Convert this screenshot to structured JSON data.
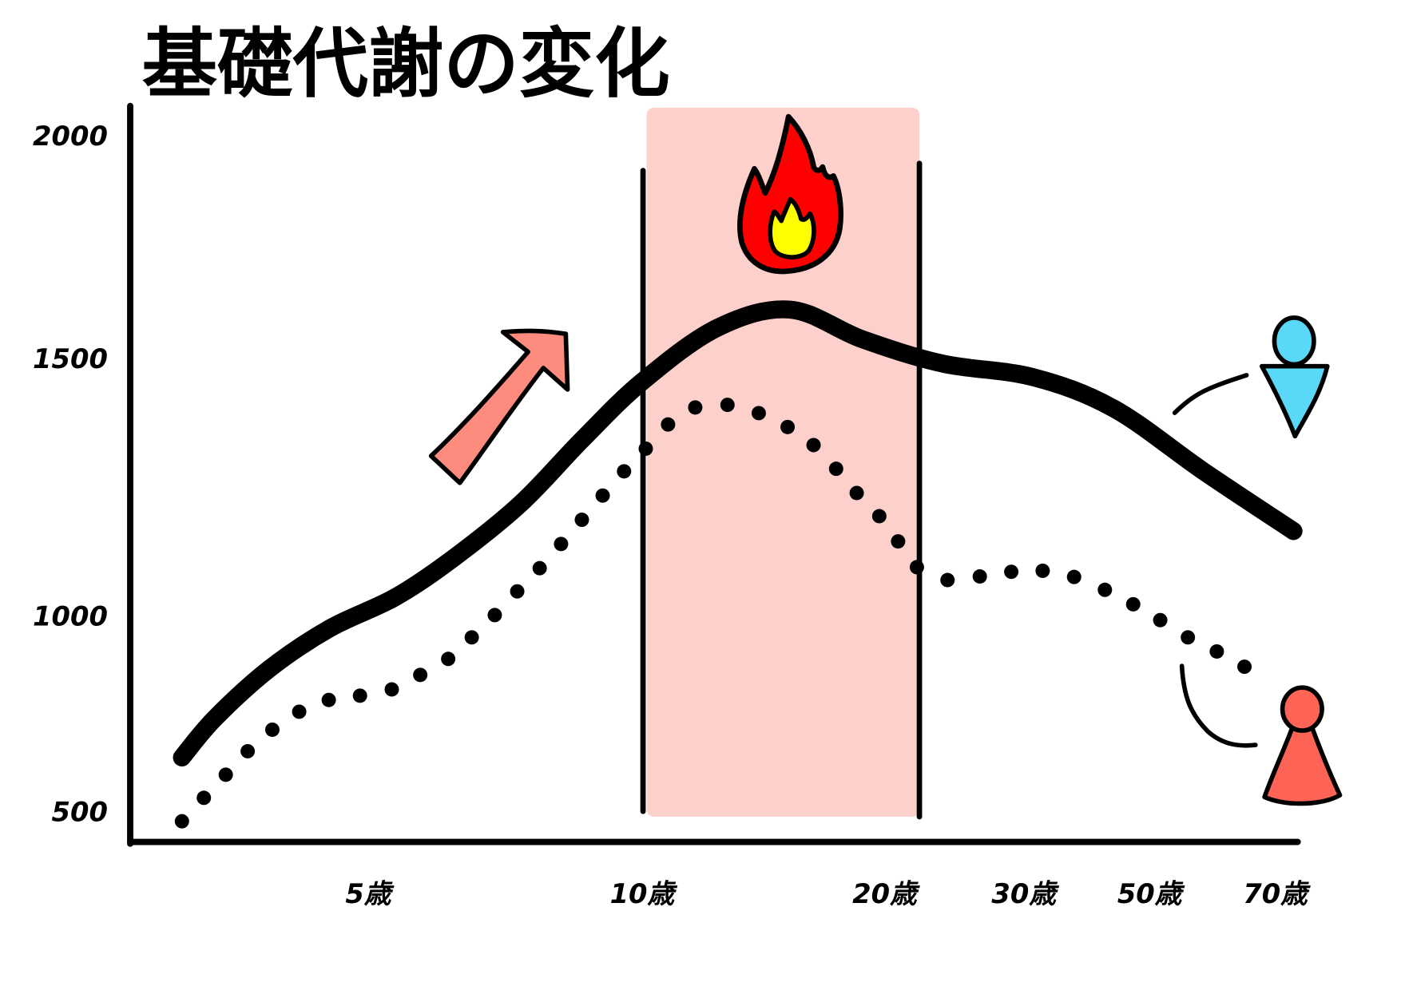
{
  "chart_data": {
    "type": "line",
    "title": "基礎代謝の変化",
    "xlabel": "",
    "ylabel": "",
    "x_tick_labels": [
      {
        "age": 5,
        "label": "5歳"
      },
      {
        "age": 10,
        "label": "10歳"
      },
      {
        "age": 20,
        "label": "20歳"
      },
      {
        "age": 30,
        "label": "30歳"
      },
      {
        "age": 50,
        "label": "50歳"
      },
      {
        "age": 70,
        "label": "70歳"
      }
    ],
    "y_tick_labels": [
      {
        "value": 500,
        "label": "500"
      },
      {
        "value": 1000,
        "label": "1000"
      },
      {
        "value": 1500,
        "label": "1500"
      },
      {
        "value": 2000,
        "label": "2000"
      }
    ],
    "highlight_band": {
      "from_age": 10,
      "to_age": 22.5,
      "color": "#fdd0cc"
    },
    "grid": false,
    "legend": "none (icons at right: blue figure = solid line, red figure = dotted line)",
    "series": [
      {
        "style": "solid-thick",
        "color": "#000000",
        "icon": "male-figure-icon",
        "icon_color": "#5ad8f8",
        "points": [
          [
            1.6,
            640
          ],
          [
            2.2,
            740
          ],
          [
            3.2,
            867
          ],
          [
            4.3,
            970
          ],
          [
            5.5,
            1038
          ],
          [
            6.6,
            1117
          ],
          [
            7.8,
            1221
          ],
          [
            8.9,
            1343
          ],
          [
            10,
            1456
          ],
          [
            13.1,
            1570
          ],
          [
            16.1,
            1611
          ],
          [
            19.1,
            1544
          ],
          [
            24.2,
            1491
          ],
          [
            31.4,
            1465
          ],
          [
            44.3,
            1404
          ],
          [
            58.6,
            1282
          ],
          [
            72.9,
            1166
          ]
        ]
      },
      {
        "style": "dotted",
        "color": "#000000",
        "icon": "female-figure-icon",
        "icon_color": "#fe6455",
        "points": [
          [
            1.6,
            477
          ],
          [
            2.0,
            537
          ],
          [
            2.4,
            596
          ],
          [
            2.8,
            656
          ],
          [
            3.25,
            711
          ],
          [
            3.74,
            757
          ],
          [
            4.28,
            787
          ],
          [
            4.85,
            798
          ],
          [
            5.43,
            814
          ],
          [
            5.95,
            851
          ],
          [
            6.46,
            892
          ],
          [
            6.89,
            947
          ],
          [
            7.31,
            1003
          ],
          [
            7.72,
            1049
          ],
          [
            8.13,
            1094
          ],
          [
            8.52,
            1141
          ],
          [
            8.9,
            1188
          ],
          [
            9.28,
            1235
          ],
          [
            9.67,
            1282
          ],
          [
            10.15,
            1326
          ],
          [
            11.07,
            1373
          ],
          [
            12.19,
            1406
          ],
          [
            13.52,
            1411
          ],
          [
            14.81,
            1395
          ],
          [
            16.0,
            1368
          ],
          [
            17.07,
            1333
          ],
          [
            18.0,
            1287
          ],
          [
            18.85,
            1240
          ],
          [
            19.78,
            1195
          ],
          [
            20.97,
            1146
          ],
          [
            22.32,
            1096
          ],
          [
            24.52,
            1071
          ],
          [
            26.84,
            1078
          ],
          [
            29.1,
            1087
          ],
          [
            33.0,
            1089
          ],
          [
            38.0,
            1077
          ],
          [
            42.9,
            1052
          ],
          [
            47.4,
            1024
          ],
          [
            51.7,
            991
          ],
          [
            56.1,
            947
          ],
          [
            60.7,
            911
          ],
          [
            65.1,
            872
          ]
        ]
      }
    ],
    "decorations": {
      "flame_icon": {
        "outer": "#ff0000",
        "inner": "#ffff00"
      },
      "arrow_icon": {
        "color": "#fd8c7e",
        "direction": "up-right"
      }
    }
  }
}
